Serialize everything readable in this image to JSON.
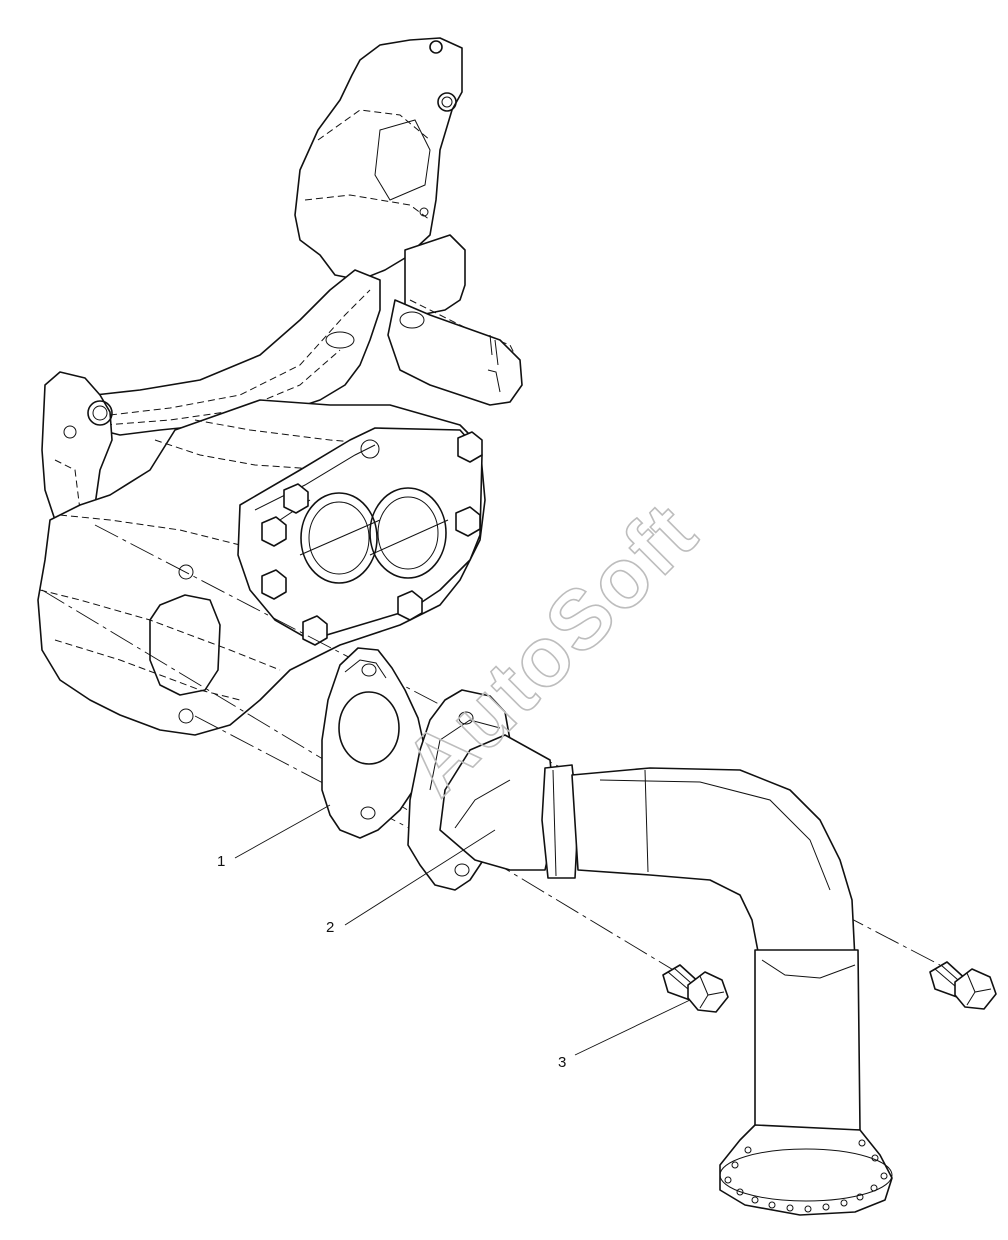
{
  "watermark": "AutoSoft",
  "callouts": [
    {
      "id": "1",
      "label": "1"
    },
    {
      "id": "2",
      "label": "2"
    },
    {
      "id": "3",
      "label": "3"
    }
  ]
}
